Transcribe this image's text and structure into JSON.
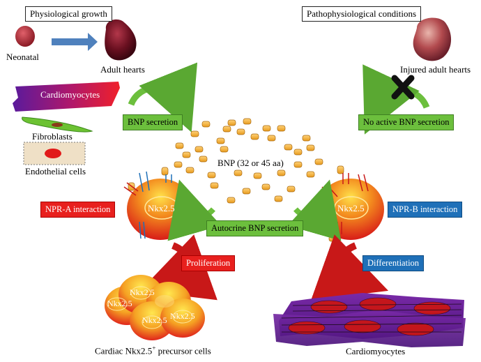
{
  "top_left": {
    "title": "Physiological growth",
    "neonatal": "Neonatal",
    "adult": "Adult hearts"
  },
  "top_right": {
    "title": "Pathophysiological conditions",
    "injured": "Injured adult hearts"
  },
  "cells": {
    "cardiomyocytes_label": "Cardiomyocytes",
    "fibroblasts": "Fibroblasts",
    "endothelial": "Endothelial cells"
  },
  "labels": {
    "bnp_secretion": "BNP secretion",
    "no_active_bnp": "No active BNP secretion",
    "bnp_form": "BNP (32 or 45 aa)",
    "npr_a": "NPR-A interaction",
    "npr_b": "NPR-B interaction",
    "autocrine": "Autocrine BNP secretion",
    "nkx_left": "Nkx2.5",
    "nkx_right": "Nkx2.5",
    "proliferation": "Proliferation",
    "differentiation": "Differentiation",
    "cluster_nkx": "Nkx2.5",
    "precursor_prefix": "Cardiac Nkx2.5",
    "precursor_sup": "+",
    "precursor_suffix": " precursor cells",
    "cardiomyocytes_bottom": "Cardiomyocytes"
  },
  "colors": {
    "green": "#6cbf3d",
    "red": "#e8201e",
    "blue": "#1f70b8",
    "arrow_blue": "#4f81bd",
    "peptide": "#f6b23c"
  }
}
